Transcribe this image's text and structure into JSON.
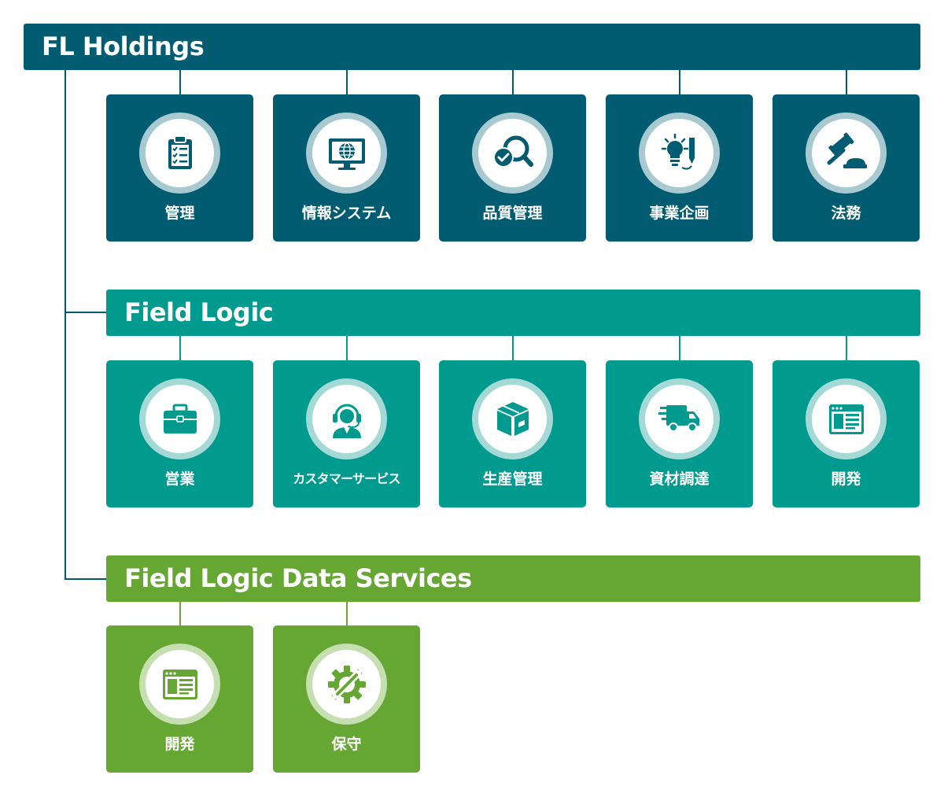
{
  "colors": {
    "holdings": "#015c72",
    "holdings_ring": "#a9c9d1",
    "field_logic": "#019a8f",
    "field_logic_ring": "#a5d9d5",
    "data_services": "#66a633",
    "data_services_ring": "#c6dfb1"
  },
  "holdings": {
    "name": "FL Holdings",
    "departments": [
      {
        "label": "管理",
        "icon": "clipboard-checklist-icon"
      },
      {
        "label": "情報システム",
        "icon": "monitor-globe-icon"
      },
      {
        "label": "品質管理",
        "icon": "magnifier-check-icon"
      },
      {
        "label": "事業企画",
        "icon": "lightbulb-pencil-icon"
      },
      {
        "label": "法務",
        "icon": "gavel-icon"
      }
    ]
  },
  "field_logic": {
    "name": "Field Logic",
    "departments": [
      {
        "label": "営業",
        "icon": "briefcase-icon"
      },
      {
        "label": "カスタマーサービス",
        "icon": "headset-operator-icon"
      },
      {
        "label": "生産管理",
        "icon": "box-icon"
      },
      {
        "label": "資材調達",
        "icon": "delivery-truck-icon"
      },
      {
        "label": "開発",
        "icon": "browser-window-icon"
      }
    ]
  },
  "data_services": {
    "name": "Field Logic Data Services",
    "departments": [
      {
        "label": "開発",
        "icon": "browser-window-icon"
      },
      {
        "label": "保守",
        "icon": "gear-wrench-icon"
      }
    ]
  }
}
